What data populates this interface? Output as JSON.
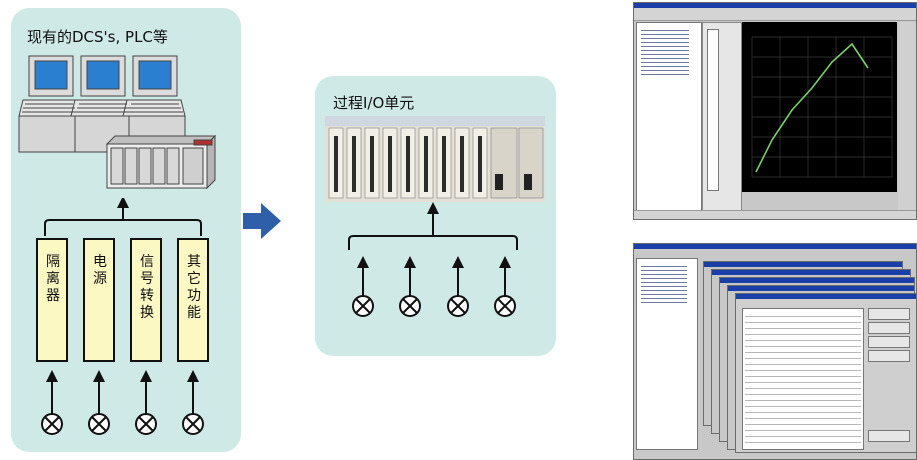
{
  "left_panel": {
    "title": "现有的DCS's, PLC等",
    "modules": [
      {
        "id": "isolator",
        "text": "隔离器"
      },
      {
        "id": "power",
        "text": "电源"
      },
      {
        "id": "converter",
        "text": "信号转换"
      },
      {
        "id": "other",
        "text": "其它功能"
      }
    ]
  },
  "middle_panel": {
    "title": "过程I/O单元"
  },
  "colors": {
    "panel_bg": "#cfe9e7",
    "module_fill": "#fbf8c3",
    "arrow_blue": "#2e5fa8",
    "chart_bg": "#000000",
    "trend_line": "#7bd16a"
  },
  "icons": {
    "sensor": "circle-cross-icon",
    "flow": "arrow-right-icon"
  }
}
